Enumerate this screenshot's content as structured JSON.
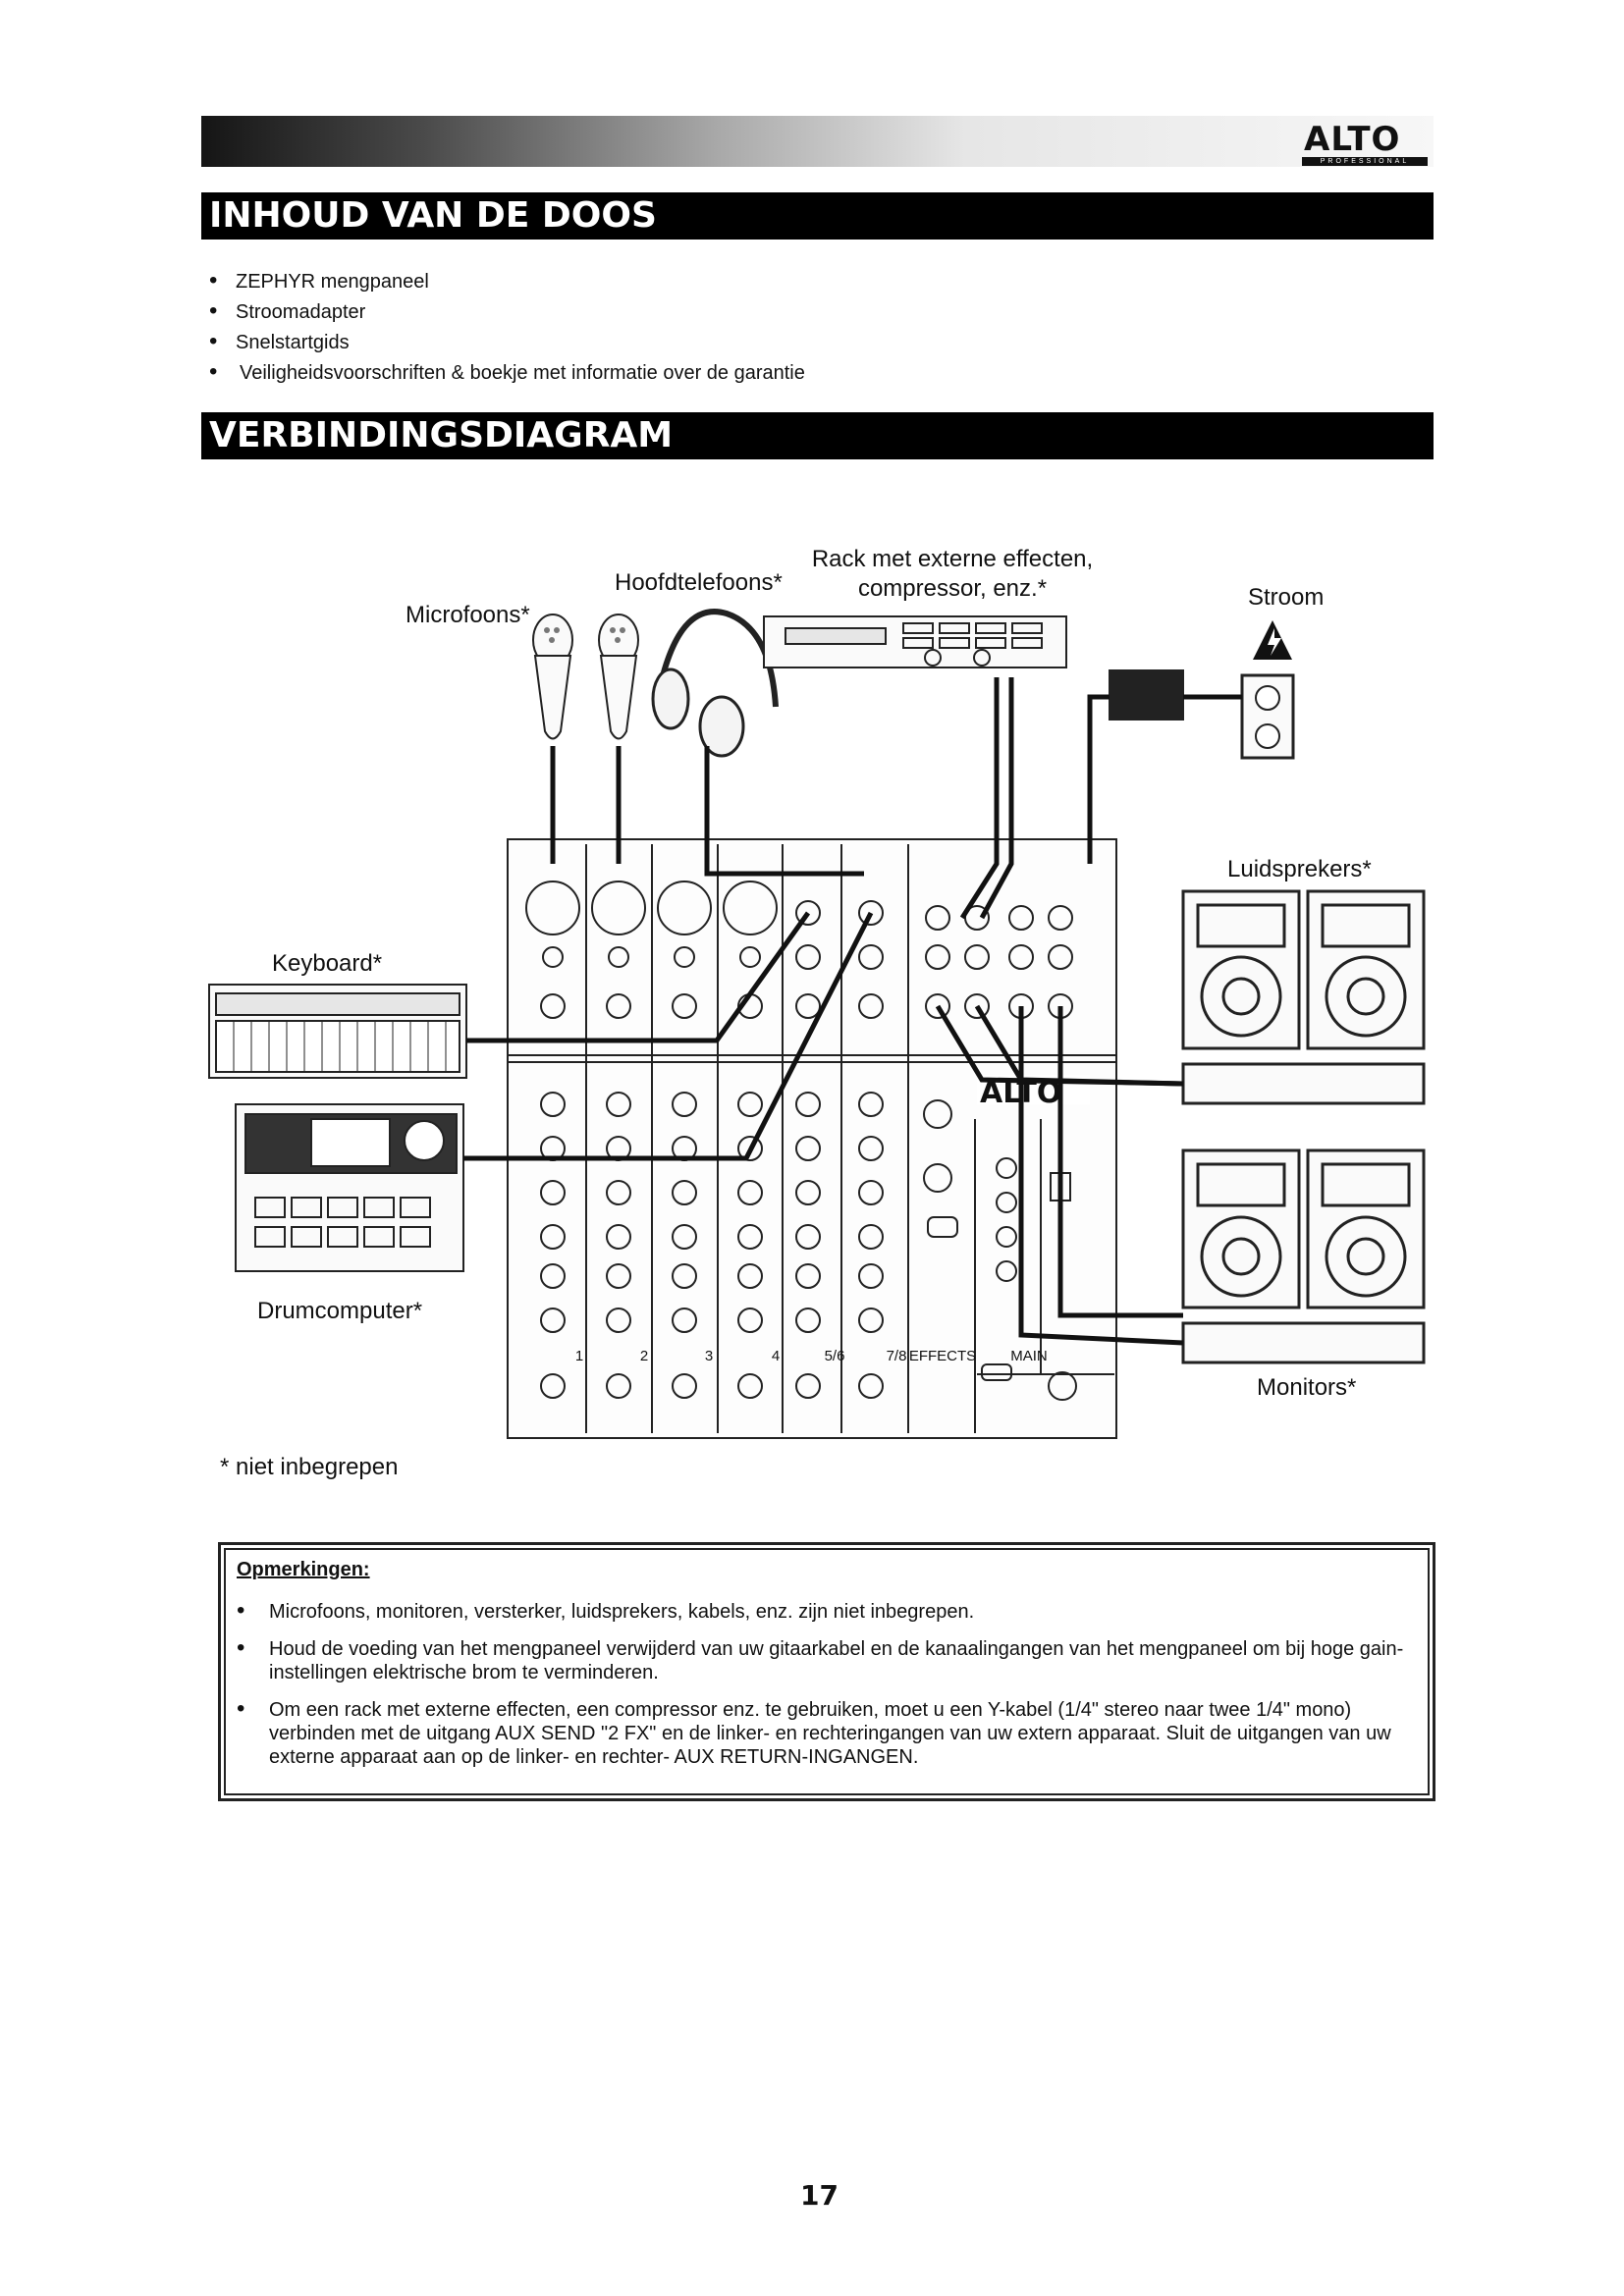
{
  "brand": {
    "logo": "ALTO",
    "logo_sub": "PROFESSIONAL"
  },
  "sections": {
    "contents_title": "INHOUD VAN DE DOOS",
    "diagram_title": "VERBINDINGSDIAGRAM"
  },
  "contents_items": [
    "ZEPHYR mengpaneel",
    "Stroomadapter",
    "Snelstartgids",
    "Veiligheidsvoorschriften & boekje met informatie over de garantie"
  ],
  "diagram": {
    "rack_line1": "Rack met externe effecten,",
    "rack_line2": "compressor, enz.*",
    "headphones": "Hoofdtelefoons*",
    "microphones": "Microfoons*",
    "power": "Stroom",
    "speakers": "Luidsprekers*",
    "keyboard": "Keyboard*",
    "drum_machine": "Drumcomputer*",
    "monitors": "Monitors*",
    "mixer_channels": [
      "1",
      "2",
      "3",
      "4",
      "5/6",
      "7/8"
    ],
    "mixer_effects": "EFFECTS",
    "mixer_main": "MAIN",
    "mixer_logo": "ALTO"
  },
  "footnote": "* niet inbegrepen",
  "notes": {
    "title": "Opmerkingen:",
    "items": [
      "Microfoons, monitoren, versterker, luidsprekers, kabels, enz. zijn niet inbegrepen.",
      "Houd de voeding van het mengpaneel verwijderd van uw gitaarkabel en de kanaalingangen van het mengpaneel om bij hoge gain-instellingen elektrische brom te verminderen.",
      "Om een rack met externe effecten, een compressor enz. te gebruiken, moet u een Y-kabel (1/4\" stereo naar twee 1/4\" mono) verbinden met de uitgang AUX SEND \"2 FX\" en de linker- en rechteringangen van uw extern apparaat.  Sluit de uitgangen van uw externe apparaat aan op de linker- en rechter- AUX RETURN-INGANGEN."
    ]
  },
  "page_number": "17"
}
